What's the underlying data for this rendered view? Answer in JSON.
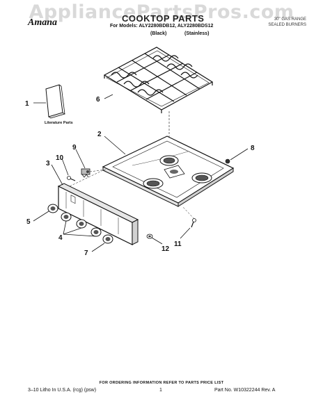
{
  "watermark": "AppliancePartsPros.com",
  "brand": "Amana",
  "title": "COOKTOP PARTS",
  "models_line": "For Models: ALY2280BDB12, ALY2280BDS12",
  "color_black": "(Black)",
  "color_stainless": "(Stainless)",
  "corner_top": "30\" GAS RANGE",
  "corner_bottom": "SEALED BURNERS",
  "literature_label": "Literature Parts",
  "callouts": [
    "1",
    "2",
    "3",
    "4",
    "5",
    "6",
    "7",
    "8",
    "9",
    "10",
    "11",
    "12"
  ],
  "footer": {
    "ordering": "FOR ORDERING INFORMATION REFER TO PARTS PRICE LIST",
    "litho": "3–10 Litho In U.S.A. (rcg) (psw)",
    "page": "1",
    "part_no": "Part No. W10322244 Rev. A"
  }
}
